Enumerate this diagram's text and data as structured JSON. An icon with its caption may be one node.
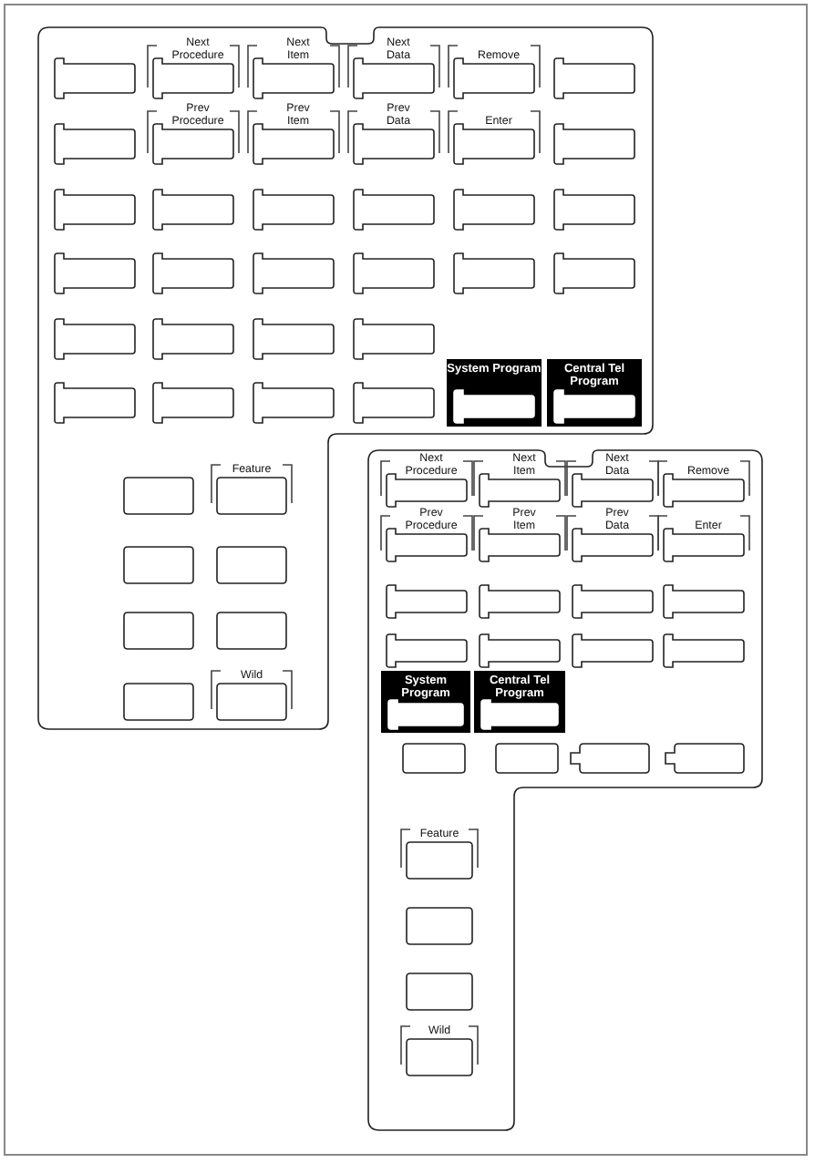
{
  "diagram": {
    "nodes": [
      {
        "text": [],
        "shape": "box"
      },
      {
        "text": [],
        "shape": "box",
        "in": 0
      },
      {
        "text": [
          "Next Procedure"
        ],
        "in": 0
      },
      {
        "text": [
          "Next Item"
        ],
        "in": 0
      },
      {
        "text": [
          "Next Data"
        ],
        "in": 0
      },
      {
        "text": [
          "Remove"
        ],
        "in": 0
      },
      {
        "text": [],
        "shape": "box",
        "in": 0
      },
      {
        "text": [],
        "shape": "box",
        "in": 0
      },
      {
        "text": [
          "Prev Procedure"
        ],
        "in": 0
      },
      {
        "text": [
          "Prev Item"
        ],
        "in": 0
      },
      {
        "text": [
          "Prev Data"
        ],
        "in": 0
      },
      {
        "text": [
          "Enter"
        ],
        "in": 0
      },
      {
        "text": [],
        "shape": "box",
        "in": 0
      },
      {
        "text": [],
        "shape": "box",
        "in": 0
      },
      {
        "text": [],
        "shape": "box",
        "in": 0
      },
      {
        "text": [],
        "shape": "box",
        "in": 0
      },
      {
        "text": [],
        "shape": "box",
        "in": 0
      },
      {
        "text": [],
        "shape": "box",
        "in": 0
      },
      {
        "text": [],
        "shape": "box",
        "in": 0
      },
      {
        "text": [],
        "shape": "box",
        "in": 0
      },
      {
        "text": [],
        "shape": "box",
        "in": 0
      },
      {
        "text": [],
        "shape": "box",
        "in": 0
      },
      {
        "text": [],
        "shape": "box",
        "in": 0
      },
      {
        "text": [],
        "shape": "box",
        "in": 0
      },
      {
        "text": [],
        "shape": "box",
        "in": 0
      },
      {
        "text": [],
        "shape": "box",
        "in": 0
      },
      {
        "text": [],
        "shape": "box",
        "in": 0
      },
      {
        "text": [],
        "shape": "box",
        "in": 0
      },
      {
        "text": [],
        "shape": "box",
        "in": 0
      },
      {
        "text": [],
        "shape": "box",
        "in": 0
      },
      {
        "text": [],
        "shape": "box",
        "in": 0
      },
      {
        "text": [],
        "shape": "box",
        "in": 0
      },
      {
        "text": [],
        "shape": "box",
        "in": 0
      },
      {
        "text": [
          "System Program"
        ],
        "in": 0
      },
      {
        "text": [
          "Central Tel Program"
        ],
        "in": 0
      },
      {
        "text": [],
        "shape": "box",
        "in": 0
      },
      {
        "text": [
          "Feature"
        ],
        "in": 0
      },
      {
        "text": [],
        "shape": "box",
        "in": 0
      },
      {
        "text": [],
        "shape": "box",
        "in": 0
      },
      {
        "text": [],
        "shape": "box",
        "in": 0
      },
      {
        "text": [],
        "shape": "box",
        "in": 0
      },
      {
        "text": [],
        "shape": "box",
        "in": 0
      },
      {
        "text": [
          "Wild"
        ],
        "in": 0
      },
      {
        "text": [],
        "shape": "box"
      },
      {
        "text": [
          "Next Procedure"
        ],
        "in": 43
      },
      {
        "text": [
          "Next Item"
        ],
        "in": 43
      },
      {
        "text": [
          "Next Data"
        ],
        "in": 43
      },
      {
        "text": [
          "Remove"
        ],
        "in": 43
      },
      {
        "text": [
          "Prev Procedure"
        ],
        "in": 43
      },
      {
        "text": [
          "Prev Item"
        ],
        "in": 43
      },
      {
        "text": [
          "Prev Data"
        ],
        "in": 43
      },
      {
        "text": [
          "Enter"
        ],
        "in": 43
      },
      {
        "text": [],
        "shape": "box",
        "in": 43
      },
      {
        "text": [],
        "shape": "box",
        "in": 43
      },
      {
        "text": [],
        "shape": "box",
        "in": 43
      },
      {
        "text": [],
        "shape": "box",
        "in": 43
      },
      {
        "text": [],
        "shape": "box",
        "in": 43
      },
      {
        "text": [],
        "shape": "box",
        "in": 43
      },
      {
        "text": [],
        "shape": "box",
        "in": 43
      },
      {
        "text": [],
        "shape": "box",
        "in": 43
      },
      {
        "text": [
          "System Program"
        ],
        "in": 43
      },
      {
        "text": [
          "Central Tel Program"
        ],
        "in": 43
      },
      {
        "text": [],
        "shape": "box",
        "in": 43
      },
      {
        "text": [],
        "shape": "box",
        "in": 43
      },
      {
        "text": [],
        "shape": "box",
        "in": 43
      },
      {
        "text": [],
        "shape": "box",
        "in": 43
      },
      {
        "text": [
          "Feature"
        ],
        "in": 43
      },
      {
        "text": [],
        "shape": "box",
        "in": 43
      },
      {
        "text": [],
        "shape": "box",
        "in": 43
      },
      {
        "text": [
          "Wild"
        ],
        "in": 43
      }
    ]
  }
}
